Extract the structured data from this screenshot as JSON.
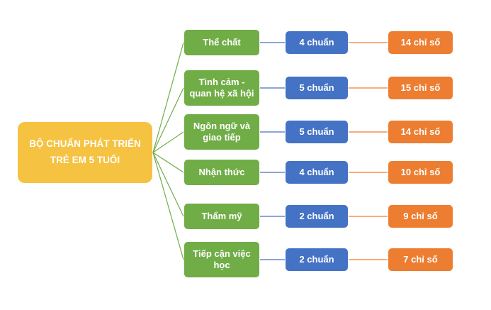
{
  "root": {
    "label": "BỘ CHUẨN PHÁT TRIỂN TRẺ EM 5 TUỔI"
  },
  "rows": [
    {
      "domain": "Thể chất",
      "standards": "4 chuẩn",
      "indicators": "14 chỉ số"
    },
    {
      "domain": "Tình cảm - quan hệ xã hội",
      "standards": "5 chuẩn",
      "indicators": "15 chỉ số"
    },
    {
      "domain": "Ngôn ngữ và giao tiếp",
      "standards": "5 chuẩn",
      "indicators": "14 chỉ số"
    },
    {
      "domain": "Nhận thức",
      "standards": "4 chuẩn",
      "indicators": "10 chỉ số"
    },
    {
      "domain": "Thẩm mỹ",
      "standards": "2 chuẩn",
      "indicators": "9 chỉ số"
    },
    {
      "domain": "Tiếp cận việc học",
      "standards": "2 chuẩn",
      "indicators": "7 chỉ số"
    }
  ],
  "colors": {
    "root": "#F5C242",
    "domain": "#70AD47",
    "standards": "#4472C4",
    "indicators": "#ED7D31"
  }
}
